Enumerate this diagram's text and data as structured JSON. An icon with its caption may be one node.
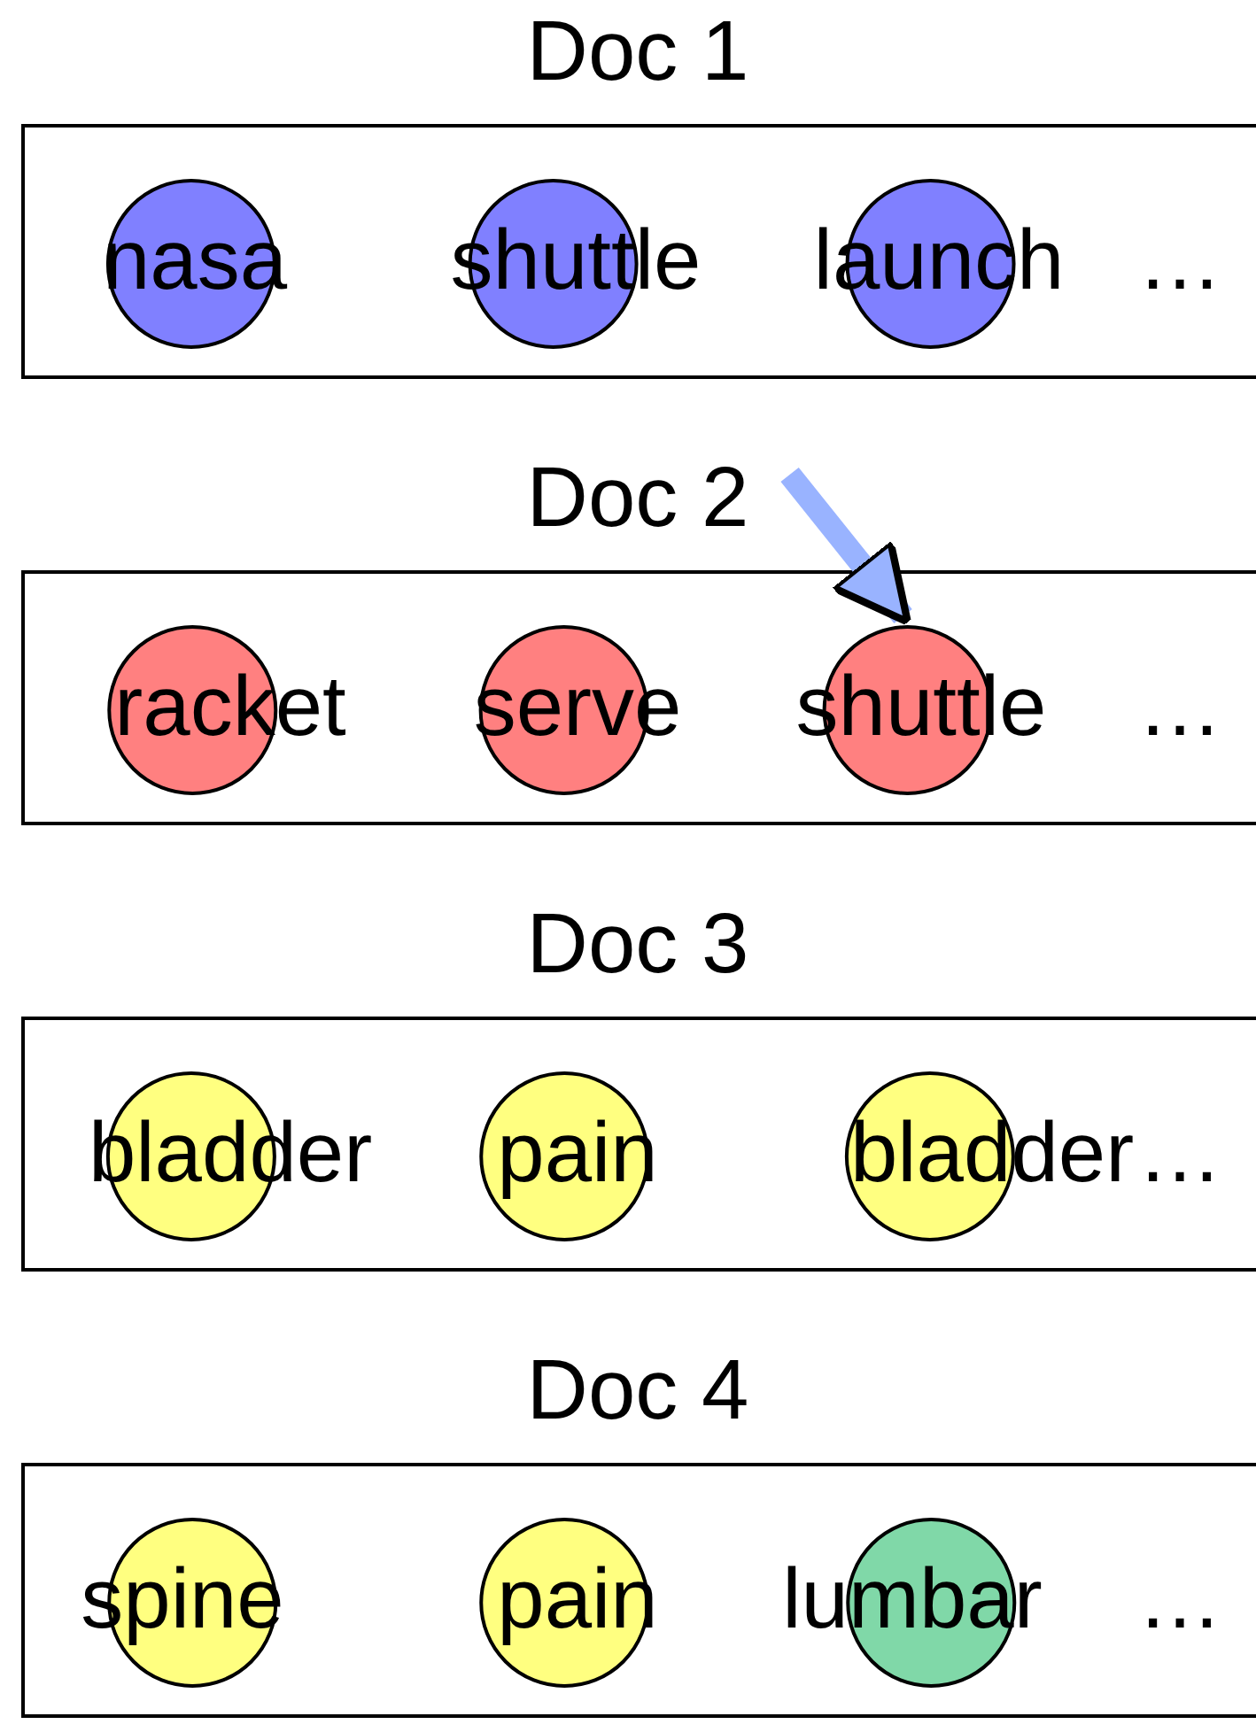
{
  "diagram": {
    "nodes": [
      {
        "text": [
          "Doc 1",
          "…"
        ]
      },
      {
        "text": [
          "nasa"
        ],
        "in": 0
      },
      {
        "text": [
          "shuttle"
        ],
        "in": 0
      },
      {
        "text": [
          "launch"
        ],
        "in": 0
      },
      {
        "text": [
          "Doc 2",
          "…"
        ]
      },
      {
        "text": [
          "racket"
        ],
        "in": 4
      },
      {
        "text": [
          "serve"
        ],
        "in": 4
      },
      {
        "text": [
          "shuttle"
        ],
        "in": 4
      },
      {
        "text": [
          "Doc 3",
          "…"
        ]
      },
      {
        "text": [
          "bladder"
        ],
        "in": 8
      },
      {
        "text": [
          "pain"
        ],
        "in": 8
      },
      {
        "text": [
          "bladder"
        ],
        "in": 8
      },
      {
        "text": [
          "Doc 4",
          "…"
        ]
      },
      {
        "text": [
          "spine"
        ],
        "in": 12
      },
      {
        "text": [
          "pain"
        ],
        "in": 12
      },
      {
        "text": [
          "lumbar"
        ],
        "in": 12
      }
    ],
    "edges": [
      {
        "from": null,
        "to": 7,
        "arrow": "to"
      }
    ]
  }
}
